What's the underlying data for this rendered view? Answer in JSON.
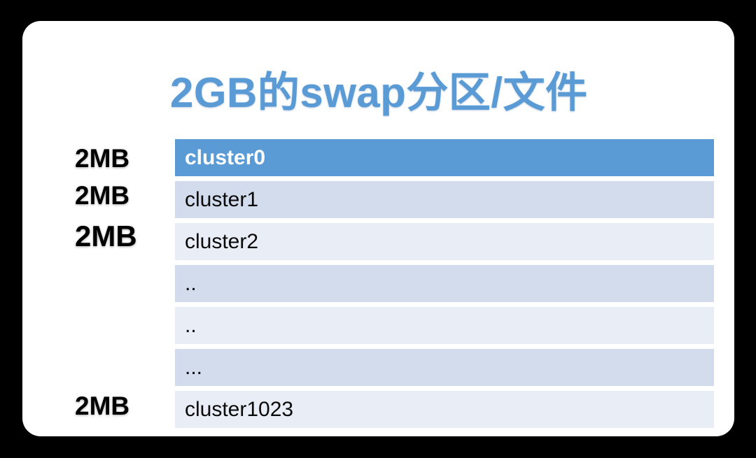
{
  "title": "2GB的swap分区/文件",
  "colors": {
    "background": "#000000",
    "card": "#ffffff",
    "title_text": "#5B9BD5",
    "header_row_fill": "#5B9BD5",
    "header_row_text": "#ffffff",
    "row_fill_dark": "#D2DCEC",
    "row_fill_light": "#E9EEF6",
    "row_text": "#0a0a0a",
    "size_label_text": "#000000"
  },
  "rows": [
    {
      "label": "cluster0",
      "variant": "header"
    },
    {
      "label": "cluster1",
      "variant": "dark"
    },
    {
      "label": "cluster2",
      "variant": "light"
    },
    {
      "label": "..",
      "variant": "dark"
    },
    {
      "label": "..",
      "variant": "light"
    },
    {
      "label": "...",
      "variant": "dark"
    },
    {
      "label": "cluster1023",
      "variant": "light"
    }
  ],
  "size_labels": [
    {
      "text": "2MB",
      "aligned_row": "cluster0"
    },
    {
      "text": "2MB",
      "aligned_row": "cluster1"
    },
    {
      "text": "2MB",
      "aligned_row": "cluster2"
    },
    {
      "text": "2MB",
      "aligned_row": "cluster1023"
    }
  ]
}
